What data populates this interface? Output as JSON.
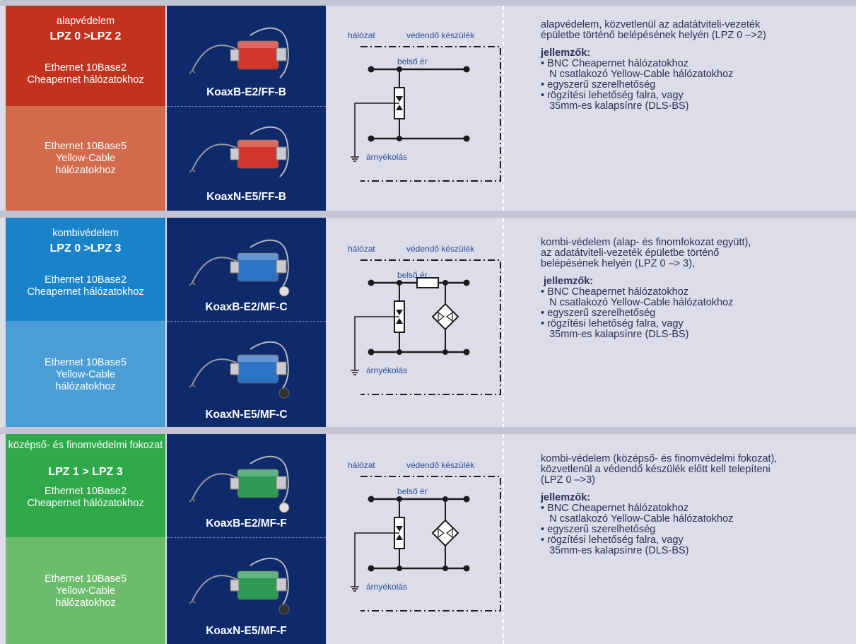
{
  "sections": [
    {
      "protection_type": "alapvédelem",
      "zone": "LPZ 0 >LPZ 2",
      "top_network": [
        "Ethernet 10Base2",
        "Cheapernet hálózatokhoz"
      ],
      "bottom_network": [
        "Ethernet 10Base5",
        "Yellow-Cable",
        "hálózatokhoz"
      ],
      "product_top": "KoaxB-E2/FF-B",
      "product_bottom": "KoaxN-E5/FF-B",
      "colors": {
        "top": "#c1331f",
        "bottom": "#d26a4c",
        "device": "#d0362c"
      },
      "diagram": {
        "network": "hálózat",
        "device": "védendő készülék",
        "inner": "belső ér",
        "shield": "árnyékolás",
        "variant": "basic"
      },
      "description": [
        "alapvédelem, közvetlenül az adatátviteli-vezeték",
        "épületbe történő belépésének helyén (LPZ 0 –>2)"
      ],
      "features_label": "jellemzők:",
      "features": [
        "• BNC Cheapernet hálózatokhoz",
        "   N csatlakozó Yellow-Cable hálózatokhoz",
        "• egyszerű szerelhetőség",
        "• rögzítési lehetőség falra, vagy",
        "   35mm-es kalapsínre (DLS-BS)"
      ]
    },
    {
      "protection_type": "kombivédelem",
      "zone": "LPZ 0 >LPZ 3",
      "top_network": [
        "Ethernet 10Base2",
        "Cheapernet hálózatokhoz"
      ],
      "bottom_network": [
        "Ethernet 10Base5",
        "Yellow-Cable",
        "hálózatokhoz"
      ],
      "product_top": "KoaxB-E2/MF-C",
      "product_bottom": "KoaxN-E5/MF-C",
      "colors": {
        "top": "#1a82c8",
        "bottom": "#4b9dd6",
        "device": "#2f73c4"
      },
      "diagram": {
        "network": "hálózat",
        "device": "védendő készülék",
        "inner": "belső ér",
        "shield": "árnyékolás",
        "variant": "combi"
      },
      "description": [
        "kombi-védelem (alap- és finomfokozat együtt),",
        "az adatátviteli-vezeték épületbe történő",
        "belépésének helyén (LPZ 0 –> 3),"
      ],
      "features_label": " jellemzők:",
      "features": [
        "• BNC Cheapernet hálózatokhoz",
        "   N csatlakozó Yellow-Cable hálózatokhoz",
        "• egyszerű szerelhetőség",
        "• rögzítési lehetőség falra, vagy",
        "   35mm-es kalapsínre (DLS-BS)"
      ]
    },
    {
      "protection_type": "középső- és finomvédelmi fokozat",
      "zone": "LPZ 1 > LPZ 3",
      "top_network": [
        "Ethernet 10Base2",
        "Cheapernet hálózatokhoz"
      ],
      "bottom_network": [
        "Ethernet 10Base5",
        "Yellow-Cable",
        "hálózatokhoz"
      ],
      "product_top": "KoaxB-E2/MF-F",
      "product_bottom": "KoaxN-E5/MF-F",
      "colors": {
        "top": "#2fa94a",
        "bottom": "#6bbd6c",
        "device": "#2e9a55"
      },
      "diagram": {
        "network": "hálózat",
        "device": "védendő készülék",
        "inner": "belső ér",
        "shield": "árnyékolás",
        "variant": "fine"
      },
      "description": [
        "kombi-védelem (középső- és finomvédelmi fokozat),",
        "közvetlenül a védendő készülék előtt kell telepíteni",
        "(LPZ 0 –>3)"
      ],
      "features_label": "jellemzők:",
      "features": [
        "• BNC Cheapernet hálózatokhoz",
        "   N csatlakozó Yellow-Cable hálózatokhoz",
        "• egyszerű szerelhetőség",
        "• rögzítési lehetőség falra, vagy",
        "   35mm-es kalapsínre (DLS-BS)"
      ]
    }
  ]
}
